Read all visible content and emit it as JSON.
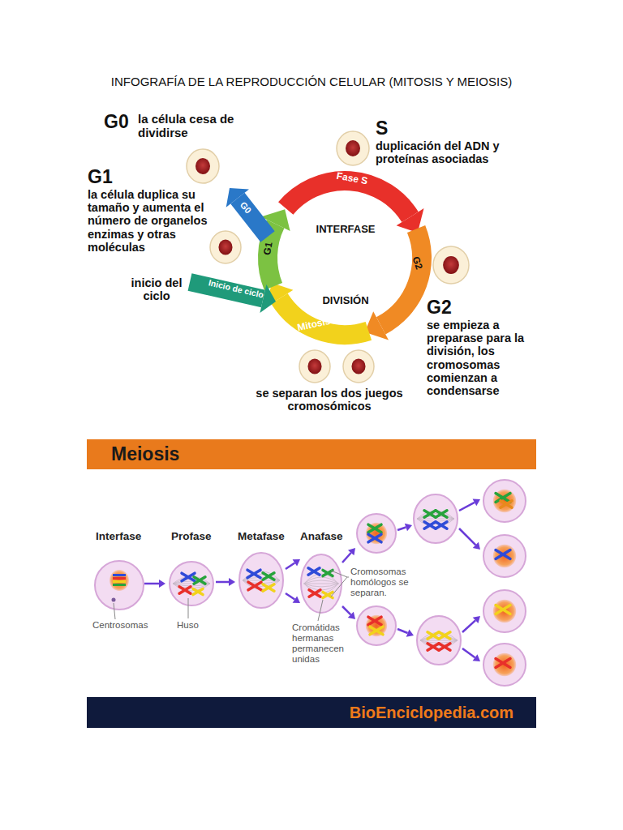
{
  "diagram": {
    "title": "INFOGRAFÍA DE LA REPRODUCCIÓN CELULAR (MITOSIS Y MEIOSIS)",
    "nodes": [
      {
        "text": [
          "Meiosis"
        ]
      },
      {
        "text": [
          "BioEnciclopedia.com"
        ]
      }
    ],
    "labels": [
      "G0",
      "la célula cesa de dividirse",
      "S",
      "duplicación del ADN y proteínas asociadas",
      "G1",
      "la célula duplica su tamaño y aumenta el número de organelos enzimas y otras moléculas",
      "Fase S",
      "INTERFASE",
      "G0",
      "G1",
      "G2",
      "G2",
      "inicio del ciclo",
      "Inicio de ciclo",
      "DIVISIÓN",
      "Mitosis",
      "se empieza a preparase para la división, los cromosomas comienzan a condensarse",
      "se separan los dos juegos cromosómicos",
      "Interfase",
      "Profase",
      "Metafase",
      "Anafase",
      "Centrosomas",
      "Huso",
      "Cromosomas homólogos se separan.",
      "Cromátidas hermanas permanecen unidas"
    ]
  }
}
